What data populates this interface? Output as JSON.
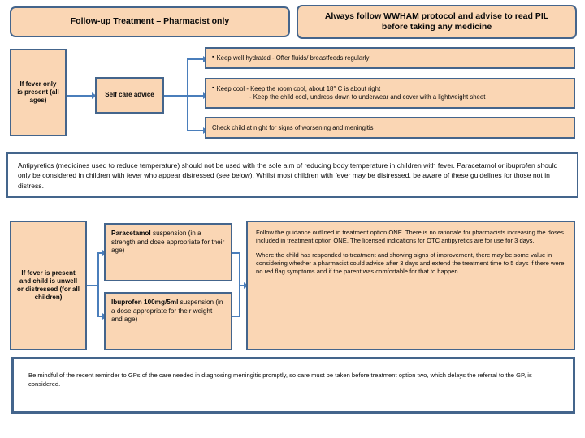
{
  "header": {
    "left_banner": "Follow-up Treatment – Pharmacist only",
    "right_banner_line1": "Always follow WWHAM protocol and advise to read PIL",
    "right_banner_line2": "before taking any medicine"
  },
  "flow_top": {
    "condition_box": "If fever only is present (all ages)",
    "action_box": "Self care advice",
    "advice": [
      {
        "bullet": "▪",
        "line1": "Keep well hydrated - Offer fluids/ breastfeeds regularly",
        "line2": ""
      },
      {
        "bullet": "▪",
        "line1": "Keep cool - Keep the room cool, about 18° C is about right",
        "line2": "- Keep the child cool, undress down to underwear and cover with a lightweight sheet"
      },
      {
        "bullet": "",
        "line1": "Check child at night for signs of worsening and meningitis",
        "line2": ""
      }
    ]
  },
  "antipyretics_note": "Antipyretics  (medicines used to reduce temperature) should not be used with the sole aim of reducing body temperature in children with fever.  Paracetamol or ibuprofen should only be considered in children with fever who appear distressed (see below).  Whilst most children with fever may be distressed, be aware of these guidelines for those not in distress.",
  "flow_bottom": {
    "condition_box": "If fever is present and child is unwell or distressed (for all children)",
    "treatments": [
      {
        "bold_part": "Paracetamol",
        "rest": " suspension (in a strength and dose appropriate for their age)"
      },
      {
        "bold_part": "Ibuprofen 100mg/5ml",
        "rest": " suspension (in a dose appropriate for their weight and age)"
      }
    ],
    "guidance_paragraph_1": "Follow the guidance outlined in treatment option ONE. There is no rationale for pharmacists increasing the doses included in treatment option ONE. The licensed indications for OTC antipyretics are for use for 3 days.",
    "guidance_paragraph_2": "Where the child has responded to treatment and showing signs of improvement, there may be some value in considering whether a pharmacist could advise after 3 days and extend the treatment time to 5 days if there were no red flag symptoms and if the parent was comfortable for that to happen."
  },
  "footer_note": "Be mindful of the recent reminder to GPs of the care needed in diagnosing meningitis promptly, so care must be taken before treatment option two, which delays the referral to the GP, is considered.",
  "colors": {
    "box_fill": "#fad6b4",
    "box_border": "#44658c",
    "connector": "#4a7ebb",
    "page_background": "#ffffff"
  }
}
